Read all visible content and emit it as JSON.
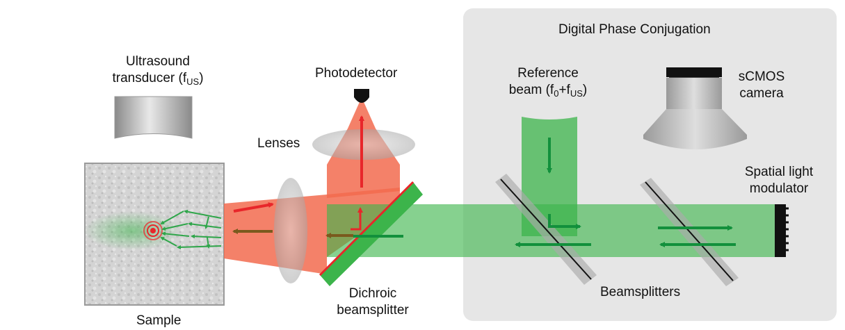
{
  "labels": {
    "dpc_title": "Digital Phase Conjugation",
    "transducer_line1": "Ultrasound",
    "transducer_line2_main": "transducer (f",
    "transducer_line2_sub": "US",
    "transducer_line2_end": ")",
    "photodetector": "Photodetector",
    "lenses": "Lenses",
    "reference_line1": "Reference",
    "reference_line2_main": "beam (f",
    "reference_line2_sub0": "0",
    "reference_line2_plus": "+f",
    "reference_line2_sub1": "US",
    "reference_line2_end": ")",
    "camera_line1": "sCMOS",
    "camera_line2": "camera",
    "slm_line1": "Spatial light",
    "slm_line2": "modulator",
    "dichroic_line1": "Dichroic",
    "dichroic_line2": "beamsplitter",
    "beamsplitters": "Beamsplitters",
    "sample": "Sample"
  },
  "colors": {
    "red_beam": "#f26b4f",
    "green_beam": "#3cb44b",
    "red_arrow": "#e8262a",
    "green_arrow": "#12903c",
    "brown_arrow": "#7a5a1e",
    "panel": "#e6e6e6",
    "gray_optic": "#b3b3b3"
  }
}
